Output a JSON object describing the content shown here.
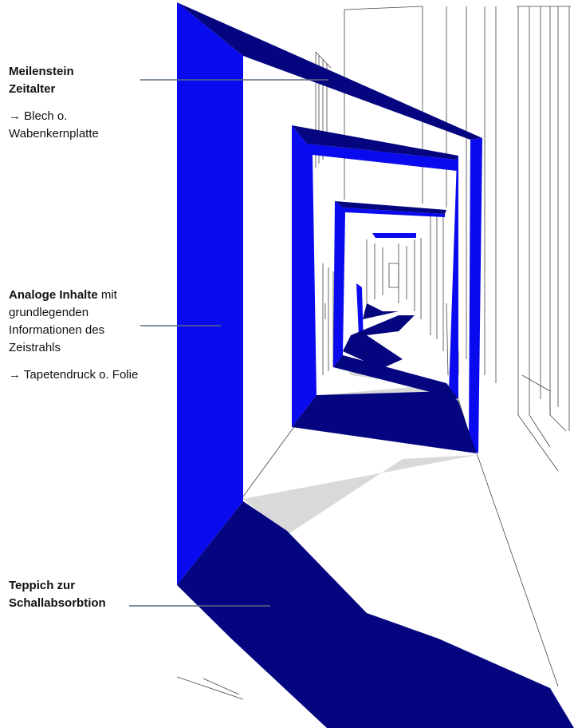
{
  "colors": {
    "frame_blue": "#0a0aee",
    "frame_shade": "#04057f",
    "shadow_gray": "#d9d9d9",
    "line_gray": "#5a6b80",
    "sketch_line": "#444444"
  },
  "annotations": [
    {
      "title_line1": "Meilenstein",
      "title_line2": "Zeitalter",
      "note_line1": "→ Blech o.",
      "note_line2": "Wabenkernplatte"
    },
    {
      "title": "Analoge Inhalte",
      "title_suffix": " mit",
      "body_line1": "grundlegenden",
      "body_line2": "Informationen des",
      "body_line3": "Zeistrahls",
      "note": "→ Tapetendruck o. Folie"
    },
    {
      "title_line1": "Teppich zur",
      "title_line2": "Schallabsorbtion"
    }
  ]
}
